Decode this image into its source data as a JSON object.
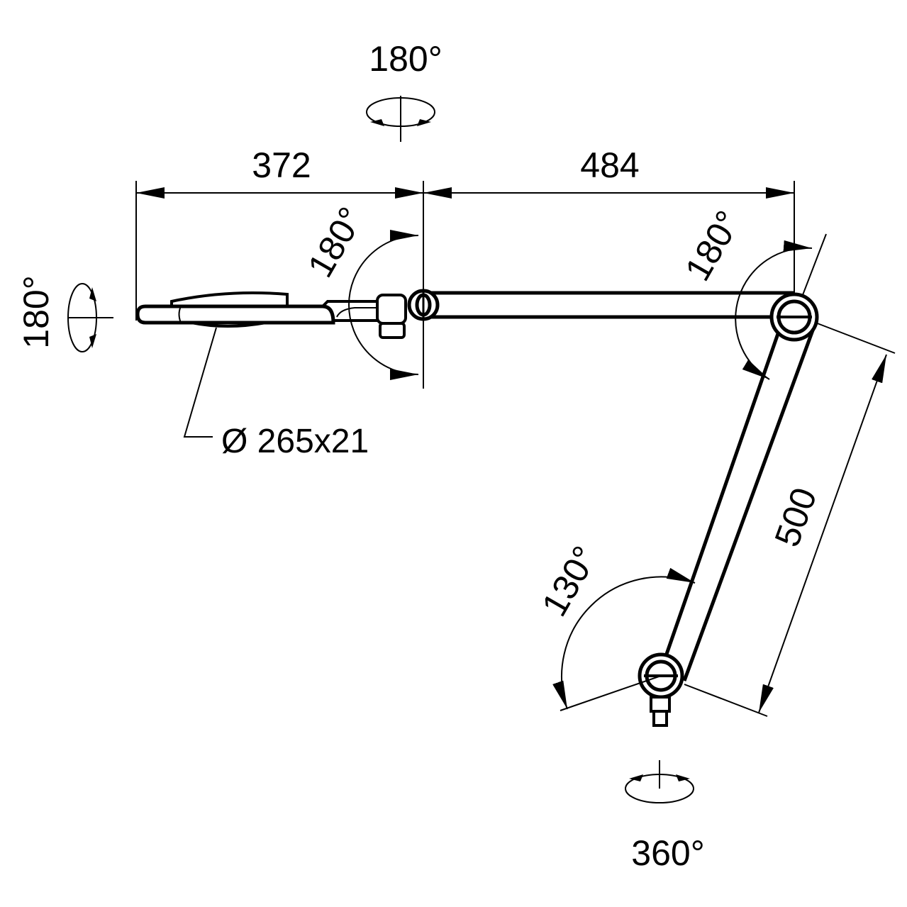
{
  "title": "Articulated lamp arm dimension drawing",
  "colors": {
    "line": "#000000",
    "background": "#ffffff"
  },
  "labels": {
    "top_rotation": "180°",
    "left_rotation": "180°",
    "head_tilt": "180°",
    "elbow_angle": "180°",
    "base_angle": "130°",
    "base_rotation": "360°",
    "dim_head": "372",
    "dim_upper_arm": "484",
    "dim_lower_arm": "500",
    "head_size": "Ø 265x21"
  }
}
